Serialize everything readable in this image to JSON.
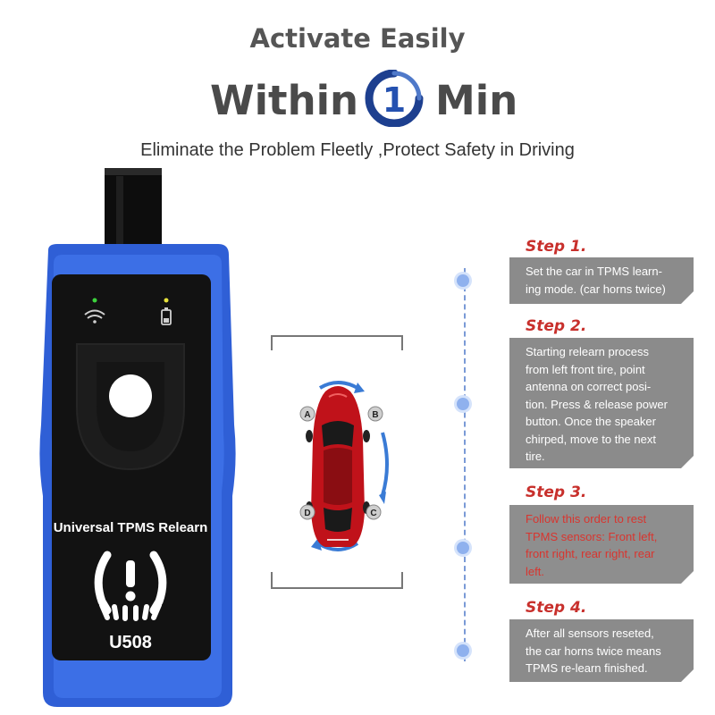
{
  "header": {
    "line1": "Activate Easily",
    "line2_left": "Within",
    "line2_digit": "1",
    "line2_right": "Min",
    "subtitle": "Eliminate the Problem Fleetly ,Protect Safety in Driving"
  },
  "device": {
    "label": "Universal TPMS Relearn",
    "model": "U508",
    "icons": [
      "wifi-icon",
      "battery-icon",
      "tpms-warning-icon"
    ],
    "colors": {
      "casing": "#2f5fd6",
      "face": "#111111"
    }
  },
  "car_diagram": {
    "tire_labels": [
      "A",
      "B",
      "C",
      "D"
    ],
    "car_color": "#c0121a",
    "arrow_color": "#3a7bd5"
  },
  "steps": [
    {
      "title": "Step 1.",
      "text": "Set the car in TPMS learn-ing mode. (car horns twice)",
      "lines": [
        "Set the car in TPMS learn-",
        "ing mode. (car horns twice)"
      ]
    },
    {
      "title": "Step 2.",
      "lines": [
        "Starting relearn process",
        "from left front tire, point",
        "antenna on correct posi-",
        "tion. Press & release power",
        "button. Once the speaker",
        "chirped, move to the next",
        "tire."
      ]
    },
    {
      "title": "Step 3.",
      "lines": [
        "Follow this order to rest",
        "TPMS sensors: Front left,",
        "front right, rear right, rear",
        "left."
      ]
    },
    {
      "title": "Step 4.",
      "lines": [
        "After all sensors reseted,",
        "the car horns twice means",
        "TPMS re-learn finished."
      ]
    }
  ],
  "colors": {
    "step_title": "#c8302c",
    "step_box": "#8b8b8b",
    "timeline": "#7a9ad6"
  }
}
